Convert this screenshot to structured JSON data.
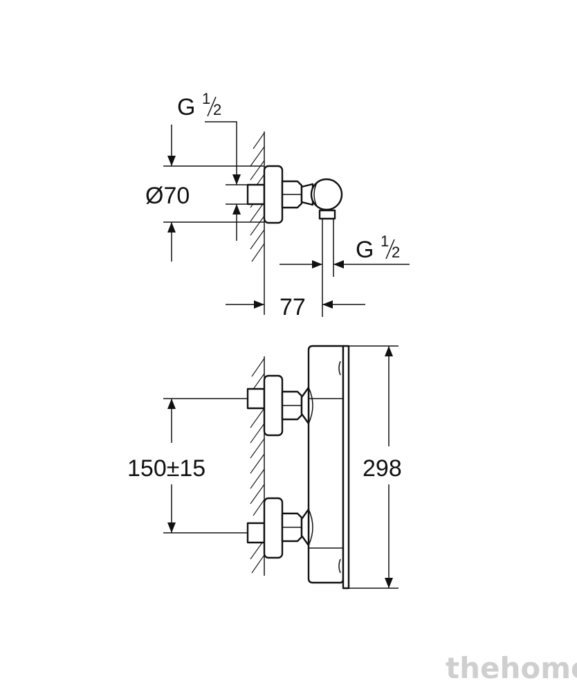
{
  "drawing": {
    "top_view": {
      "inlet_label_main": "G",
      "inlet_label_num": "1",
      "inlet_label_den": "2",
      "diameter_label": "Ø70",
      "outlet_label_main": "G",
      "outlet_label_num": "1",
      "outlet_label_den": "2",
      "depth_label": "77"
    },
    "front_view": {
      "spacing_label": "150±15",
      "height_label": "298"
    }
  },
  "watermark": "thehome"
}
